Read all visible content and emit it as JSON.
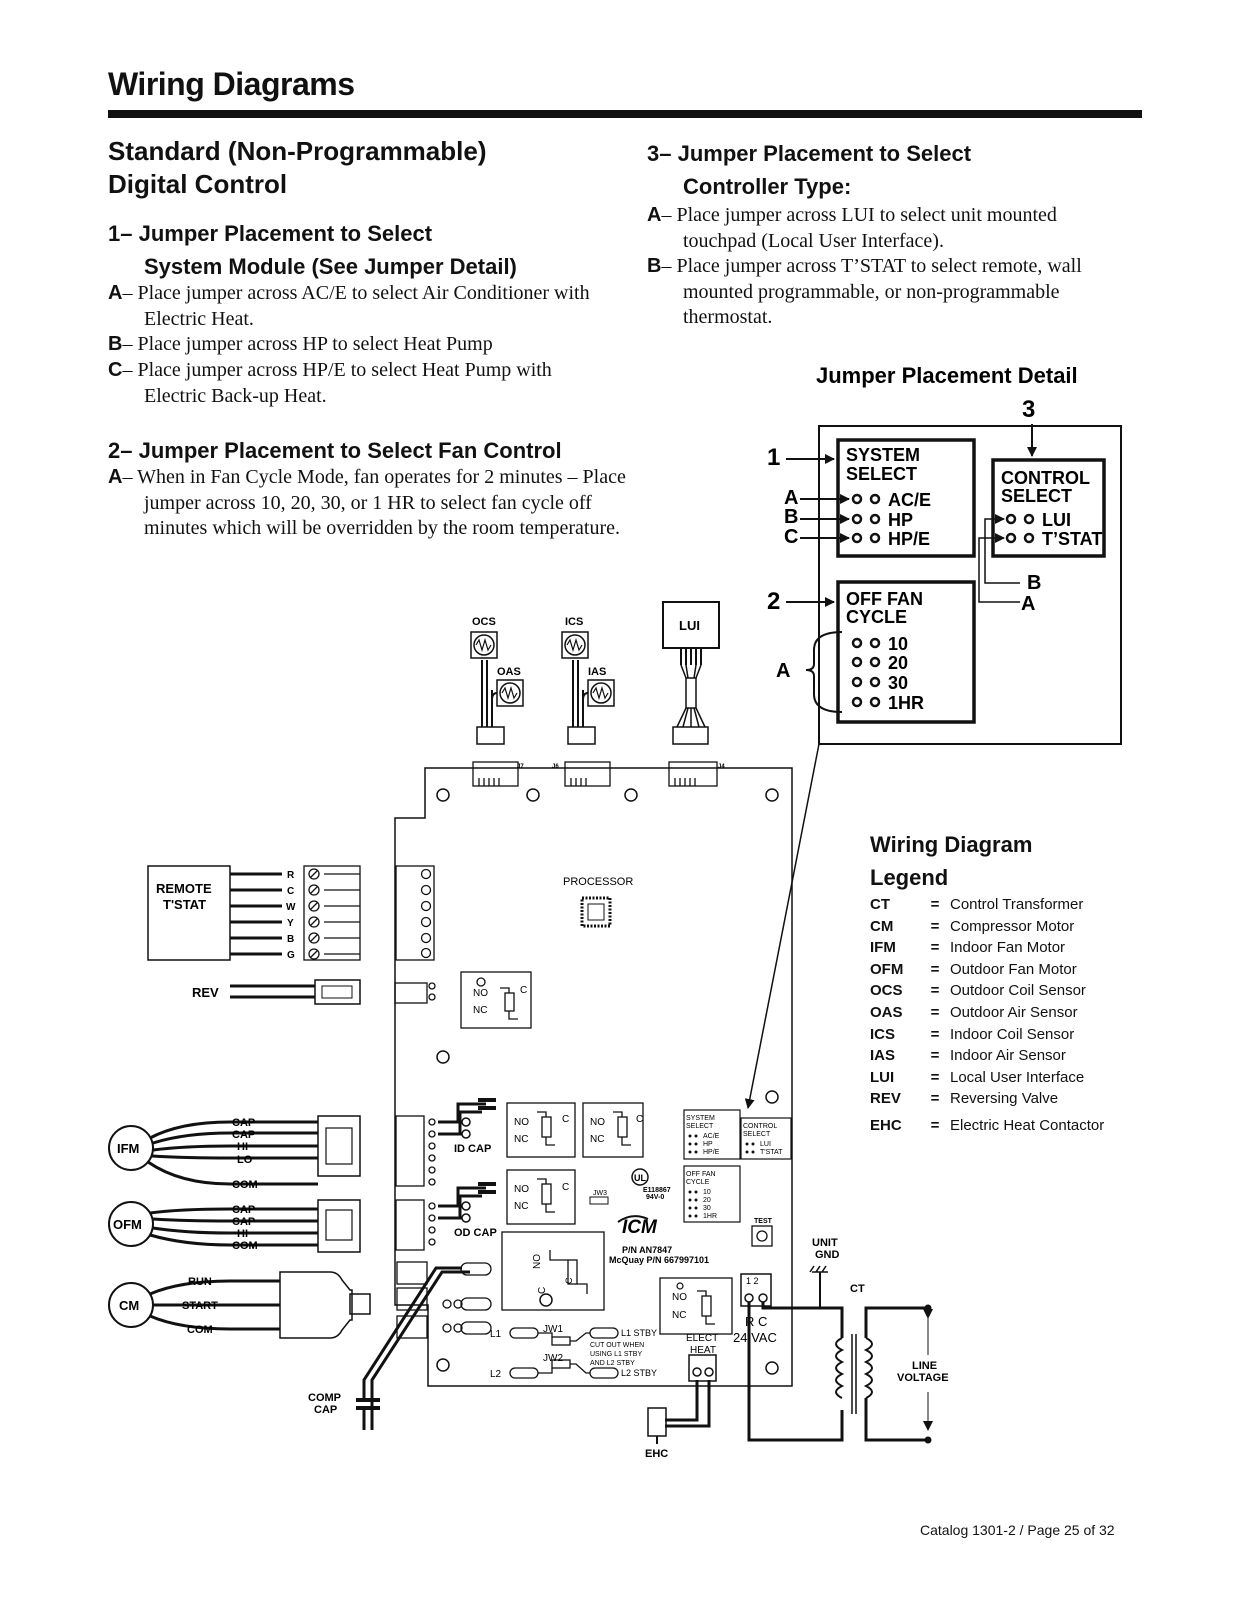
{
  "header": {
    "title": "Wiring Diagrams"
  },
  "left": {
    "section_title_line1": "Standard (Non-Programmable)",
    "section_title_line2": "Digital Control",
    "step1": {
      "title_line1": "1– Jumper Placement to Select",
      "title_line2": "System Module (See Jumper Detail)",
      "items": [
        {
          "letter": "A",
          "text": "Place jumper across AC/E to select Air Conditioner with Electric Heat."
        },
        {
          "letter": "B",
          "text": "Place jumper across HP to select Heat Pump"
        },
        {
          "letter": "C",
          "text": "Place jumper across HP/E to select Heat Pump with Electric Back-up Heat."
        }
      ]
    },
    "step2": {
      "title": "2– Jumper Placement to Select Fan Control",
      "items": [
        {
          "letter": "A",
          "text": "When in Fan Cycle Mode, fan operates for 2 minutes – Place jumper across 10, 20, 30, or 1 HR to select fan cycle off minutes which will be overridden by the room temperature."
        }
      ]
    }
  },
  "right": {
    "step3": {
      "title_line1": "3– Jumper Placement to Select",
      "title_line2": "Controller Type:",
      "items": [
        {
          "letter": "A",
          "text": "Place jumper across LUI to select unit mounted touchpad (Local User Interface)."
        },
        {
          "letter": "B",
          "text": "Place jumper across T’STAT to select remote, wall mounted programmable, or non-programmable thermostat."
        }
      ]
    },
    "jumper_detail": {
      "title": "Jumper Placement Detail",
      "callout_1": "1",
      "callout_2": "2",
      "callout_3": "3",
      "system_select": {
        "title1": "SYSTEM",
        "title2": "SELECT",
        "options": [
          "AC/E",
          "HP",
          "HP/E"
        ],
        "letters": [
          "A",
          "B",
          "C"
        ]
      },
      "control_select": {
        "title1": "CONTROL",
        "title2": "SELECT",
        "options": [
          "LUI",
          "T’STAT"
        ],
        "letters": [
          "B",
          "A"
        ]
      },
      "off_fan_cycle": {
        "title1": "OFF FAN",
        "title2": "CYCLE",
        "options": [
          "10",
          "20",
          "30",
          "1HR"
        ],
        "letter": "A"
      }
    }
  },
  "diagram": {
    "sensors": {
      "ocs": "OCS",
      "oas": "OAS",
      "ics": "ICS",
      "ias": "IAS",
      "lui": "LUI"
    },
    "connectors": {
      "j7": "J7",
      "j6": "J6",
      "j4": "J4"
    },
    "board": {
      "processor": "PROCESSOR",
      "id_cap": "ID CAP",
      "od_cap": "OD CAP",
      "no": "NO",
      "nc": "NC",
      "c": "C",
      "system_select_title1": "SYSTEM",
      "system_select_title2": "SELECT",
      "system_select_opts": [
        "AC/E",
        "HP",
        "HP/E"
      ],
      "control_select_title1": "CONTROL",
      "control_select_title2": "SELECT",
      "control_select_opts": [
        "LUI",
        "T'STAT"
      ],
      "fan_cycle_title1": "OFF FAN",
      "fan_cycle_title2": "CYCLE",
      "fan_cycle_opts": [
        "10",
        "20",
        "30",
        "1HR"
      ],
      "approval_code": "E118867",
      "approval_rating": "94V-0",
      "brand": "ICM",
      "part_no": "P/N AN7847",
      "mcquay_pn": "McQuay P/N 667997101",
      "test": "TEST",
      "jw1": "JW1",
      "jw2": "JW2",
      "jw3": "JW3",
      "l1": "L1",
      "l2": "L2",
      "l1_stby": "L1 STBY",
      "l2_stby": "L2 STBY",
      "cut_note1": "CUT OUT WHEN",
      "cut_note2": "USING L1 STBY",
      "cut_note3": "AND L2 STBY",
      "elect_heat1": "ELECT",
      "elect_heat2": "HEAT",
      "rc": "R  C",
      "vac": "24 VAC",
      "t12": "1  2"
    },
    "remote_tstat": {
      "line1": "REMOTE",
      "line2": "T'STAT",
      "terminals": [
        "R",
        "C",
        "W",
        "Y",
        "B",
        "G"
      ]
    },
    "rev": "REV",
    "ifm": {
      "label": "IFM",
      "wires": [
        "CAP",
        "CAP",
        "HI",
        "LO",
        "COM"
      ]
    },
    "ofm": {
      "label": "OFM",
      "wires": [
        "CAP",
        "CAP",
        "HI",
        "COM"
      ]
    },
    "cm": {
      "label": "CM",
      "wires": [
        "RUN",
        "START",
        "COM"
      ]
    },
    "comp_cap1": "COMP",
    "comp_cap2": "CAP",
    "ehc": "EHC",
    "unit_gnd1": "UNIT",
    "unit_gnd2": "GND",
    "ct": "CT",
    "line_voltage1": "LINE",
    "line_voltage2": "VOLTAGE"
  },
  "legend": {
    "title_line1": "Wiring Diagram",
    "title_line2": "Legend",
    "entries": [
      {
        "abbr": "CT",
        "desc": "Control Transformer"
      },
      {
        "abbr": "CM",
        "desc": "Compressor Motor"
      },
      {
        "abbr": "IFM",
        "desc": "Indoor Fan Motor"
      },
      {
        "abbr": "OFM",
        "desc": "Outdoor Fan Motor"
      },
      {
        "abbr": "OCS",
        "desc": "Outdoor Coil Sensor"
      },
      {
        "abbr": "OAS",
        "desc": "Outdoor Air Sensor"
      },
      {
        "abbr": "ICS",
        "desc": "Indoor Coil Sensor"
      },
      {
        "abbr": "IAS",
        "desc": "Indoor Air Sensor"
      },
      {
        "abbr": "LUI",
        "desc": "Local User Interface"
      },
      {
        "abbr": "REV",
        "desc": "Reversing Valve"
      },
      {
        "abbr": "EHC",
        "desc": "Electric Heat Contactor"
      }
    ],
    "eq": "="
  },
  "footer": {
    "text": "Catalog 1301-2 / Page 25 of 32"
  }
}
